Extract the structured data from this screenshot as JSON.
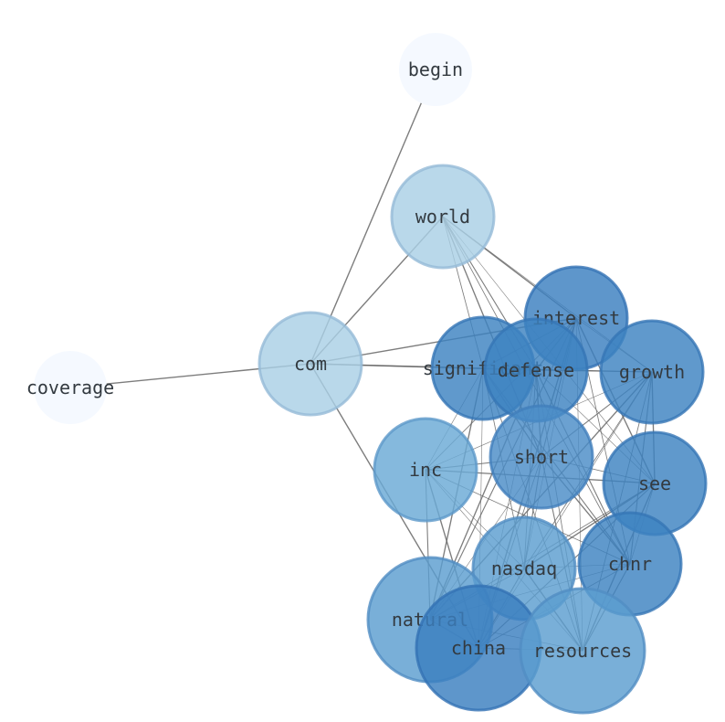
{
  "graph": {
    "nodes": [
      {
        "id": "begin",
        "label": "begin",
        "color": "#f5f9ff",
        "strength": 0.02
      },
      {
        "id": "coverage",
        "label": "coverage",
        "color": "#f5f9ff",
        "strength": 0.02
      },
      {
        "id": "world",
        "label": "world",
        "color": "#a9cfe5",
        "strength": 0.3
      },
      {
        "id": "com",
        "label": "com",
        "color": "#a9cfe5",
        "strength": 0.3
      },
      {
        "id": "interest",
        "label": "interest",
        "color": "#3a7fc0",
        "strength": 0.9
      },
      {
        "id": "significant",
        "label": "significant",
        "color": "#3d82c1",
        "strength": 0.85
      },
      {
        "id": "defense",
        "label": "defense",
        "color": "#3d82c1",
        "strength": 0.85
      },
      {
        "id": "growth",
        "label": "growth",
        "color": "#3d82c1",
        "strength": 0.85
      },
      {
        "id": "inc",
        "label": "inc",
        "color": "#6aaad6",
        "strength": 0.55
      },
      {
        "id": "short",
        "label": "short",
        "color": "#4a8cc7",
        "strength": 0.75
      },
      {
        "id": "see",
        "label": "see",
        "color": "#3d82c1",
        "strength": 0.85
      },
      {
        "id": "nasdaq",
        "label": "nasdaq",
        "color": "#5c9dcf",
        "strength": 0.65
      },
      {
        "id": "chnr",
        "label": "chnr",
        "color": "#3d82c1",
        "strength": 0.85
      },
      {
        "id": "natural",
        "label": "natural",
        "color": "#5c9dcf",
        "strength": 0.65
      },
      {
        "id": "china",
        "label": "china",
        "color": "#3a7fc0",
        "strength": 0.9
      },
      {
        "id": "resources",
        "label": "resources",
        "color": "#5c9dcf",
        "strength": 0.65
      }
    ],
    "edges": [
      [
        "begin",
        "com"
      ],
      [
        "coverage",
        "com"
      ],
      [
        "com",
        "world"
      ],
      [
        "com",
        "interest"
      ],
      [
        "com",
        "significant"
      ],
      [
        "com",
        "defense"
      ],
      [
        "com",
        "china"
      ],
      [
        "world",
        "interest"
      ],
      [
        "world",
        "growth"
      ],
      [
        "world",
        "significant"
      ],
      [
        "world",
        "defense"
      ],
      [
        "world",
        "short"
      ],
      [
        "world",
        "see"
      ],
      [
        "world",
        "chnr"
      ],
      [
        "interest",
        "significant"
      ],
      [
        "interest",
        "defense"
      ],
      [
        "interest",
        "growth"
      ],
      [
        "interest",
        "inc"
      ],
      [
        "interest",
        "short"
      ],
      [
        "interest",
        "see"
      ],
      [
        "interest",
        "nasdaq"
      ],
      [
        "interest",
        "chnr"
      ],
      [
        "interest",
        "natural"
      ],
      [
        "interest",
        "china"
      ],
      [
        "interest",
        "resources"
      ],
      [
        "significant",
        "defense"
      ],
      [
        "significant",
        "growth"
      ],
      [
        "significant",
        "short"
      ],
      [
        "significant",
        "inc"
      ],
      [
        "significant",
        "nasdaq"
      ],
      [
        "significant",
        "chnr"
      ],
      [
        "significant",
        "natural"
      ],
      [
        "significant",
        "china"
      ],
      [
        "significant",
        "resources"
      ],
      [
        "defense",
        "growth"
      ],
      [
        "defense",
        "short"
      ],
      [
        "defense",
        "see"
      ],
      [
        "defense",
        "nasdaq"
      ],
      [
        "defense",
        "chnr"
      ],
      [
        "defense",
        "natural"
      ],
      [
        "defense",
        "china"
      ],
      [
        "defense",
        "resources"
      ],
      [
        "growth",
        "short"
      ],
      [
        "growth",
        "see"
      ],
      [
        "growth",
        "inc"
      ],
      [
        "growth",
        "nasdaq"
      ],
      [
        "growth",
        "chnr"
      ],
      [
        "growth",
        "natural"
      ],
      [
        "growth",
        "china"
      ],
      [
        "growth",
        "resources"
      ],
      [
        "inc",
        "short"
      ],
      [
        "inc",
        "see"
      ],
      [
        "inc",
        "nasdaq"
      ],
      [
        "inc",
        "chnr"
      ],
      [
        "inc",
        "natural"
      ],
      [
        "inc",
        "china"
      ],
      [
        "inc",
        "resources"
      ],
      [
        "short",
        "see"
      ],
      [
        "short",
        "nasdaq"
      ],
      [
        "short",
        "chnr"
      ],
      [
        "short",
        "natural"
      ],
      [
        "short",
        "china"
      ],
      [
        "short",
        "resources"
      ],
      [
        "see",
        "nasdaq"
      ],
      [
        "see",
        "chnr"
      ],
      [
        "see",
        "natural"
      ],
      [
        "see",
        "china"
      ],
      [
        "see",
        "resources"
      ],
      [
        "nasdaq",
        "chnr"
      ],
      [
        "nasdaq",
        "natural"
      ],
      [
        "nasdaq",
        "china"
      ],
      [
        "nasdaq",
        "resources"
      ],
      [
        "chnr",
        "natural"
      ],
      [
        "chnr",
        "china"
      ],
      [
        "chnr",
        "resources"
      ],
      [
        "natural",
        "china"
      ],
      [
        "natural",
        "resources"
      ],
      [
        "china",
        "resources"
      ]
    ]
  }
}
